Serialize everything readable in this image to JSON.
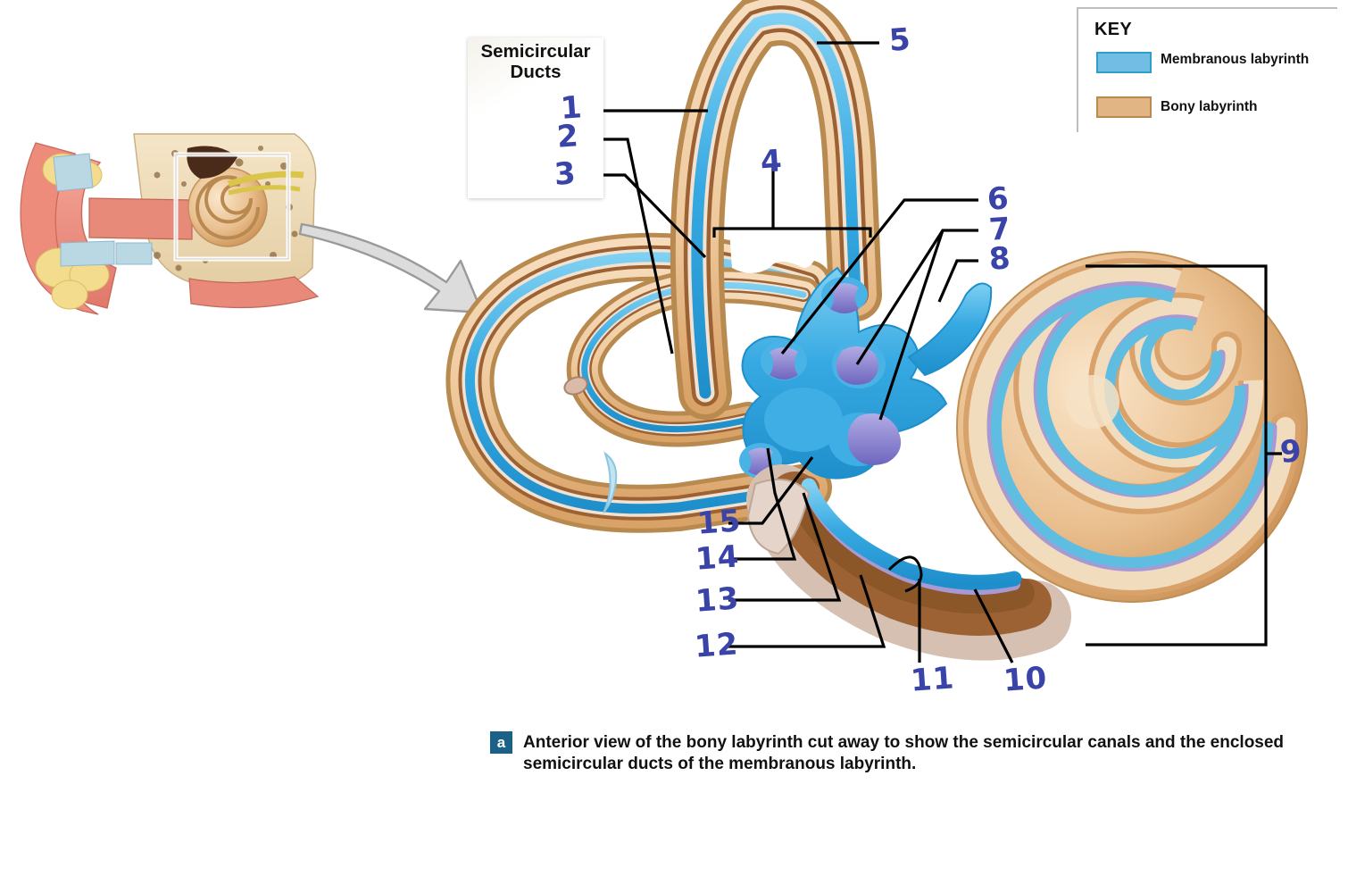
{
  "key_panel": {
    "title": "KEY",
    "items": [
      {
        "label": "Membranous labyrinth",
        "color": "#72BDE3",
        "border": "#2C9FCB",
        "icon": "color-swatch"
      },
      {
        "label": "Bony labyrinth",
        "color": "#E2B684",
        "border": "#B98A50",
        "icon": "color-swatch"
      }
    ]
  },
  "plate": {
    "line1": "Semicircular",
    "line2": "Ducts"
  },
  "caption": {
    "badge": "a",
    "text": "Anterior view of the bony labyrinth cut away to show the semicircular canals and the enclosed semicircular ducts of the membranous labyrinth."
  },
  "numbers": {
    "n1": "1",
    "n2": "2",
    "n3": "3",
    "n4": "4",
    "n5": "5",
    "n6": "6",
    "n7": "7",
    "n8": "8",
    "n9": "9",
    "n10": "10",
    "n11": "11",
    "n12": "12",
    "n13": "13",
    "n14": "14",
    "n15": "15"
  },
  "colors": {
    "number_ink": "#3A43A8",
    "membranous": "#3AA8DE",
    "bony_light": "#EFCCA0",
    "bony_mid": "#D8A26A",
    "bony_dark": "#9C6233",
    "ampulla_purple": "#8D86D0",
    "leader": "#000000",
    "badge": "#1A6087"
  },
  "inset": {
    "name": "ear-cross-section",
    "highlight_box": "inner-ear-region"
  },
  "arrow": {
    "name": "magnify-arrow",
    "fill": "#DCDCDC",
    "stroke": "#9A9A9A"
  }
}
